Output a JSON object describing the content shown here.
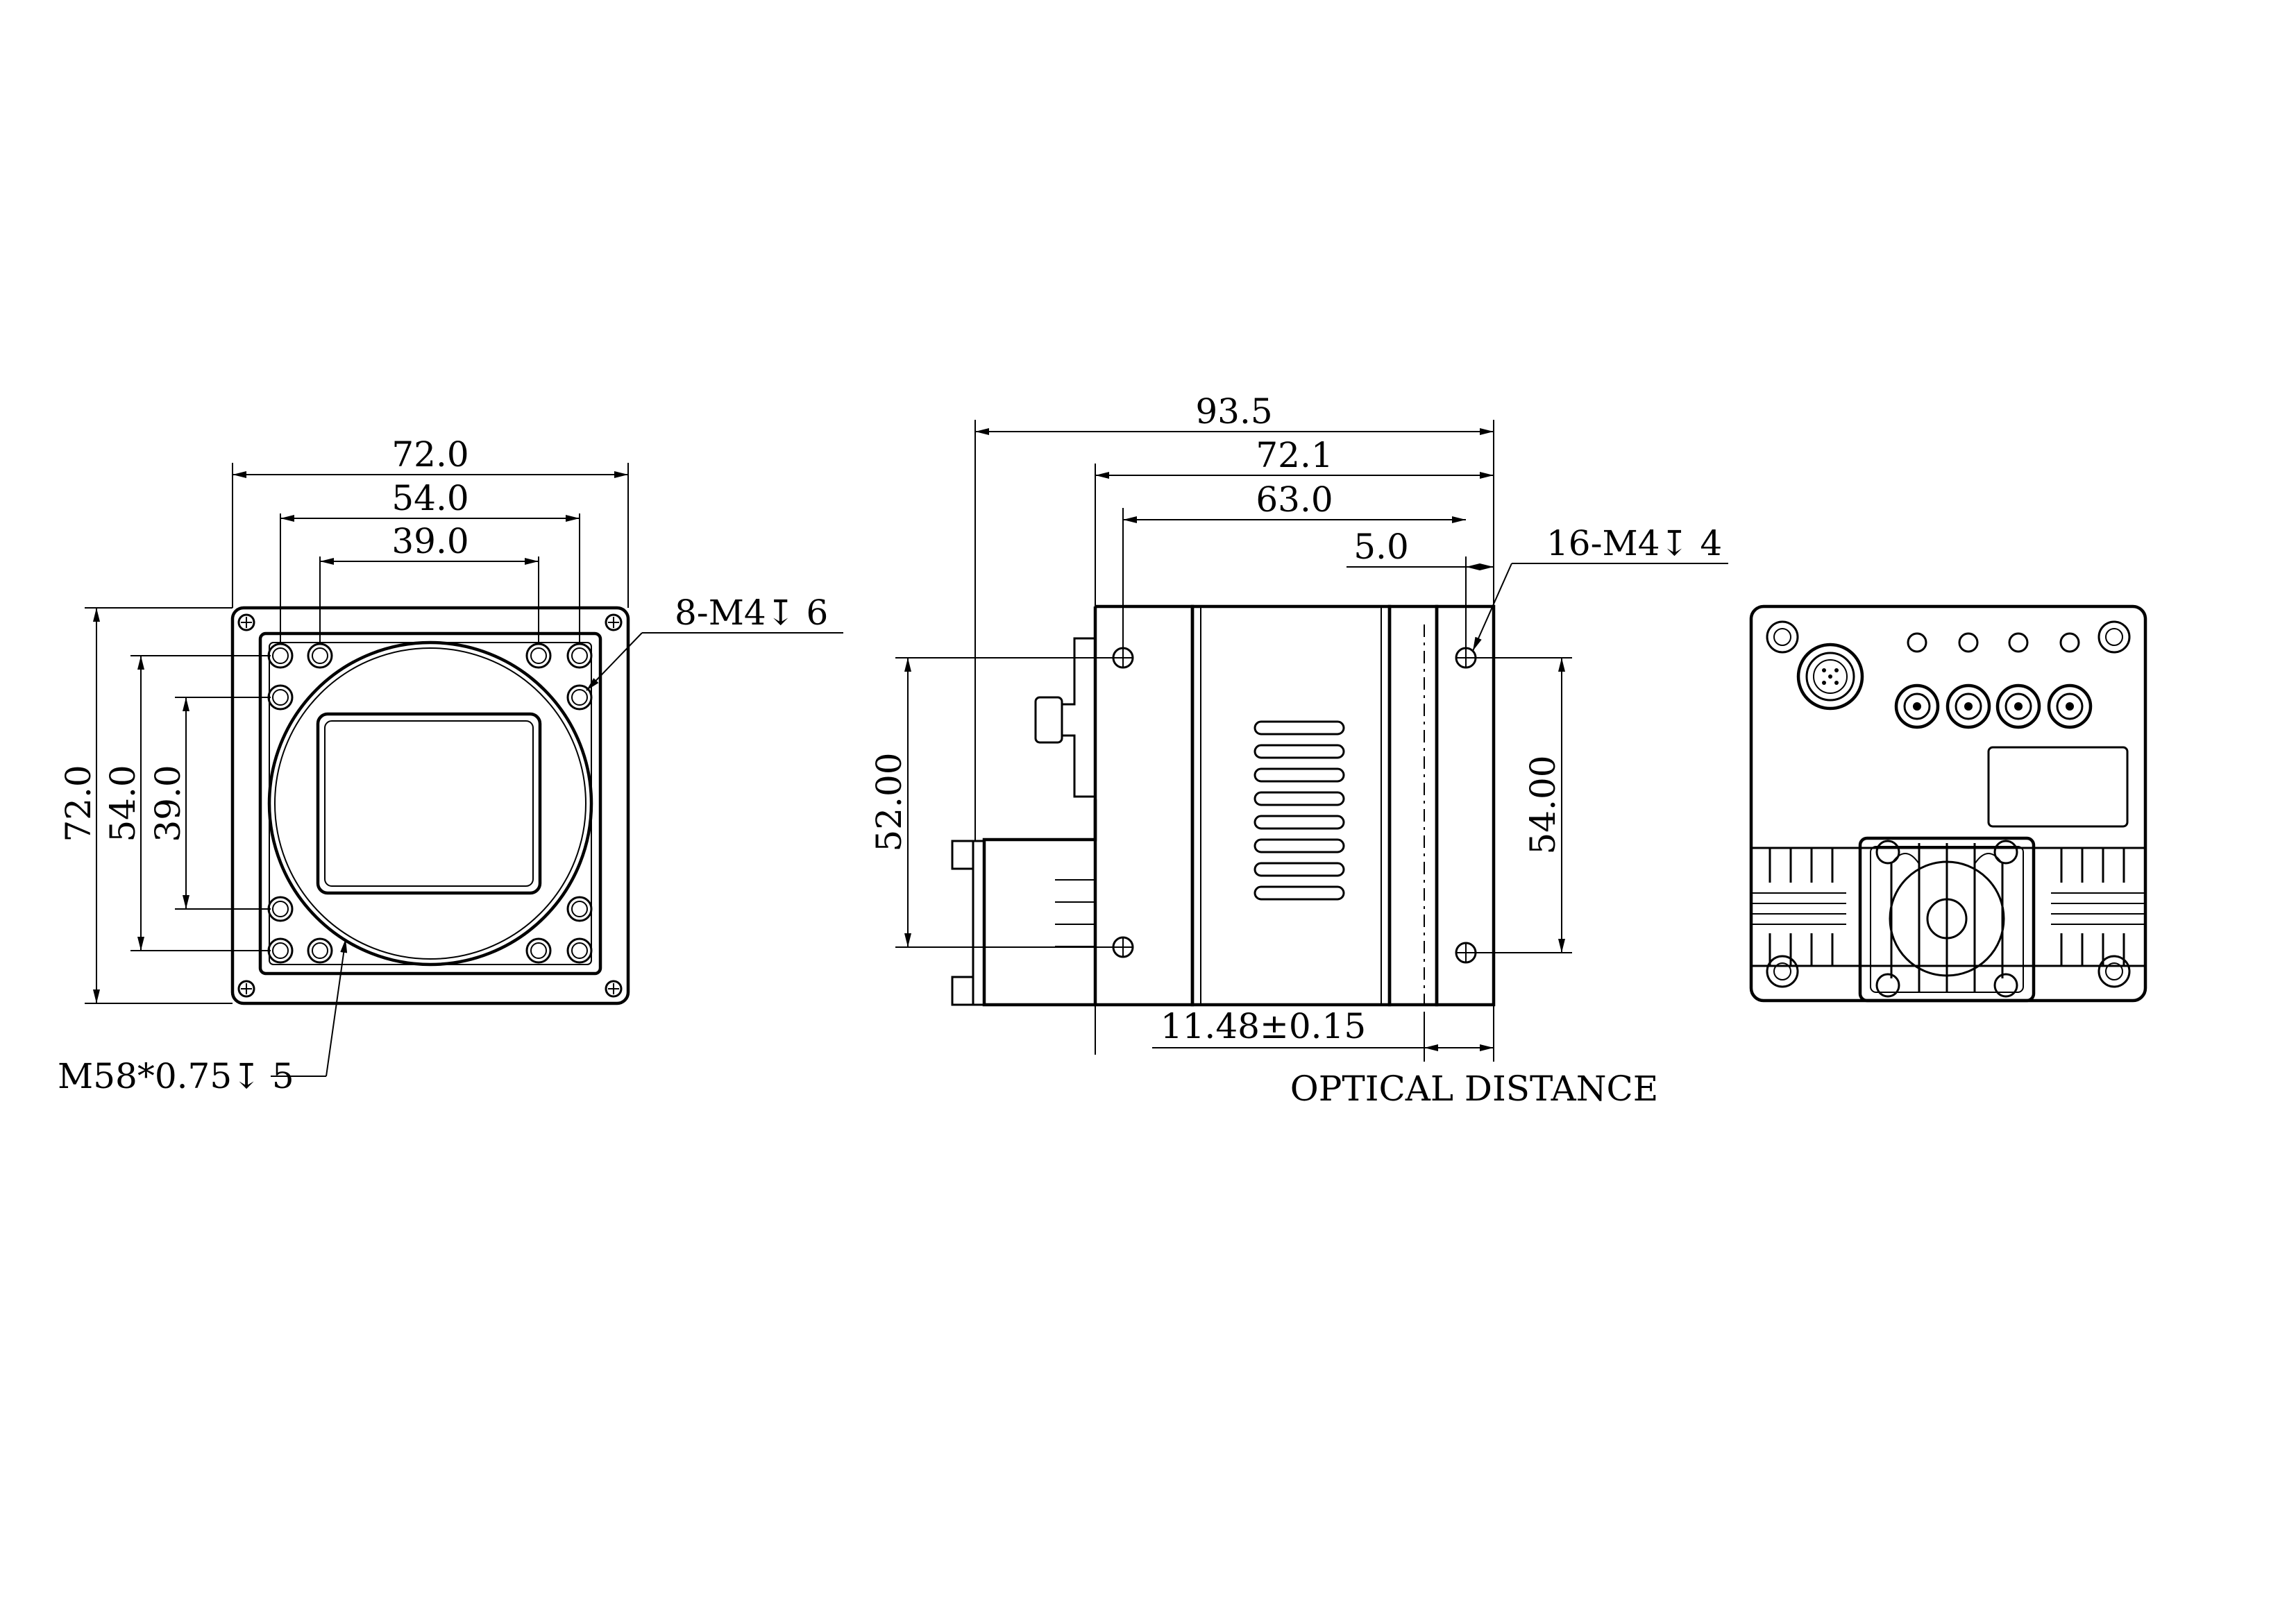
{
  "front_view": {
    "width_dims": [
      "72.0",
      "54.0",
      "39.0"
    ],
    "height_dims": [
      "72.0",
      "54.0",
      "39.0"
    ],
    "hole_callout": "8-M4↧ 6",
    "mount_callout": "M58*0.75↧ 5"
  },
  "side_view": {
    "length_dims": [
      "93.5",
      "72.1",
      "63.0",
      "5.0"
    ],
    "hole_callout": "16-M4↧ 4",
    "left_height": "52.00",
    "right_height": "54.00",
    "flange_dim": "11.48±0.15",
    "flange_label": "OPTICAL DISTANCE"
  },
  "colors": {
    "line": "#000000",
    "background": "#ffffff"
  }
}
